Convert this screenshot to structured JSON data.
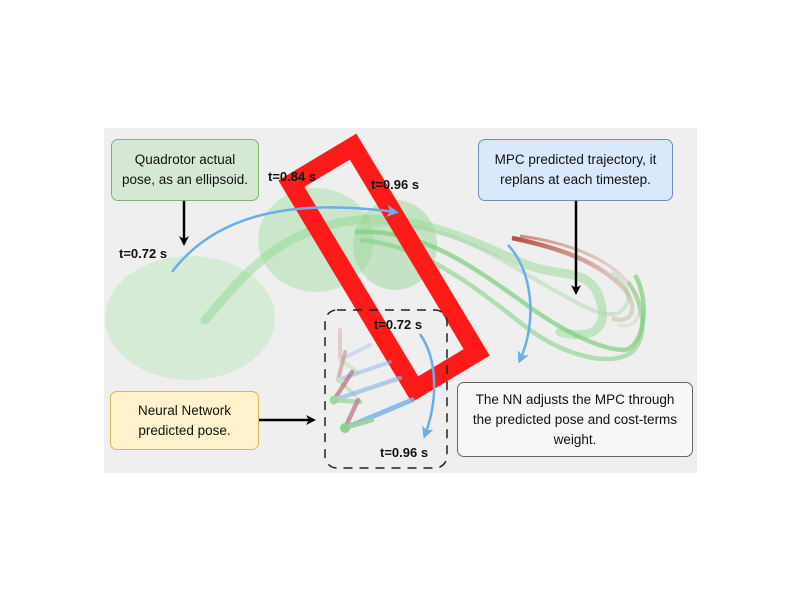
{
  "boxes": {
    "quadrotor": "Quadrotor actual pose, as an ellipsoid.",
    "mpc": "MPC predicted trajectory, it replans at each timestep.",
    "nn": "Neural Network predicted pose.",
    "adjust_pre": "The NN adjusts the MPC through the ",
    "adjust_highlight": "predicted",
    "adjust_post": " pose and cost-terms weight."
  },
  "time_labels": {
    "t072_top": "t=0.72 s",
    "t084": "t=0.84 s",
    "t096_top": "t=0.96 s",
    "t072_inset": "t=0.72 s",
    "t096_inset": "t=0.96 s"
  },
  "colors": {
    "background": "#efefef",
    "gate": "#ff1a1a",
    "trajectory_green": "#7ccf7c",
    "trajectory_red": "#b03a2e",
    "arrow_blue": "#6aaee8",
    "arrow_black": "#000000"
  }
}
